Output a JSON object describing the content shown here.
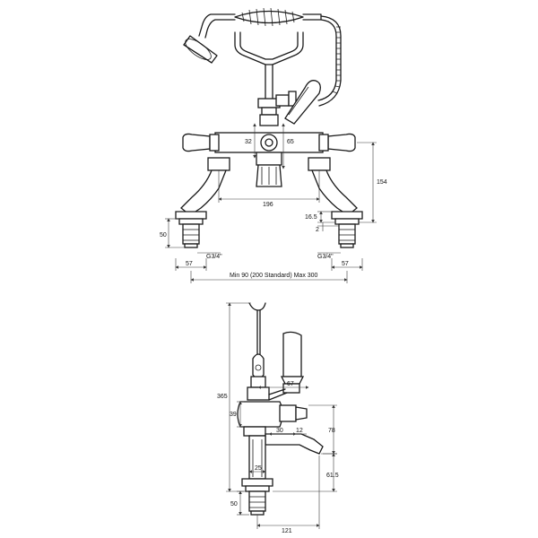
{
  "front_view": {
    "dimensions": {
      "spout_offset_upper": "32",
      "spout_offset_lower": "65",
      "centres": "196",
      "overall_height": "154",
      "thread_height": "16.5",
      "thread_gap": "2",
      "shank_height": "50",
      "thread_left": "G3/4\"",
      "thread_right": "G3/4\"",
      "shank_left": "57",
      "shank_right": "57",
      "centres_range": "Min 90 (200 Standard) Max 300"
    }
  },
  "side_view": {
    "dimensions": {
      "total_height": "365",
      "lever_offset": "67",
      "body_height": "39",
      "valve_width": "30",
      "valve_depth": "12",
      "spout_rise": "78",
      "column_width": "25",
      "spout_drop": "61.5",
      "shank_height": "50",
      "spout_reach": "121"
    }
  }
}
